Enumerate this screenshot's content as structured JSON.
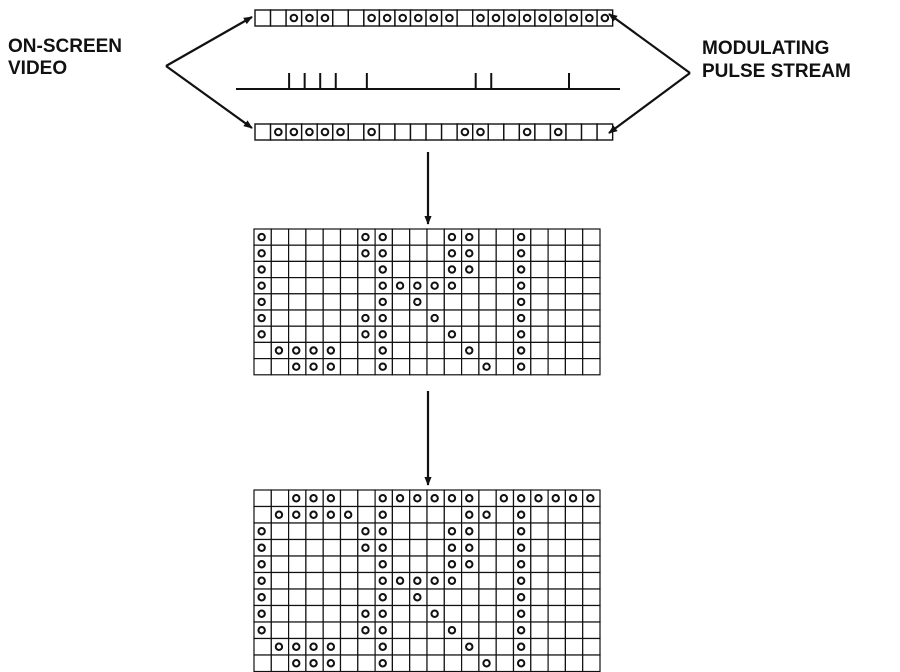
{
  "labels": {
    "left": [
      "ON-SCREEN",
      "VIDEO"
    ],
    "right": [
      "MODULATING",
      "PULSE STREAM"
    ]
  },
  "colors": {
    "ink": "#111111",
    "paper": "#ffffff"
  },
  "strips": {
    "top": "00111001111110111111111",
    "pulses": "00111101000000110000100",
    "bottom": "01111101000001100101000"
  },
  "grid_middle": [
    "10000011000110010000",
    "10000011000110010000",
    "10000001000110010000",
    "10000001111100010000",
    "10000001010000010000",
    "10000011001000010000",
    "10000011000100010000",
    "01111001000010010000",
    "00111001000001010000"
  ],
  "grid_bottom": [
    "00111001111110111111",
    "01111101000011010000",
    "10000011000110010000",
    "10000011000110010000",
    "10000001000110010000",
    "10000001111100010000",
    "10000001010000010000",
    "10000011001000010000",
    "10000011000100010000",
    "01111001000010010000",
    "00111001000001010000"
  ]
}
